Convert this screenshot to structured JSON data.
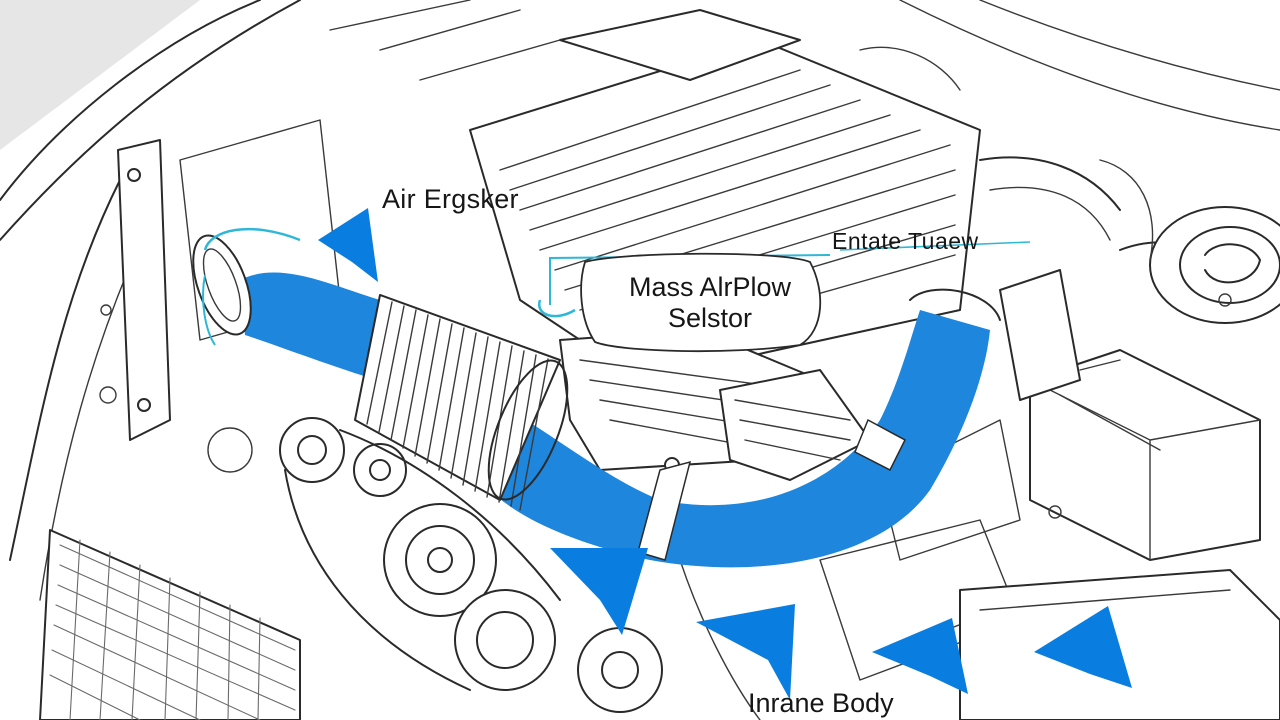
{
  "labels": {
    "air_filter": "Air Ergsker",
    "throttle_tube": "Entate Tuaew",
    "maf_line1": "Mass AlrPlow",
    "maf_line2": "Selstor",
    "intake_body": "Inrane Body"
  },
  "colors": {
    "intake_blue": "#1e86dc",
    "arrow_blue": "#0a7ee0",
    "callout_cyan": "#2fb7d8",
    "line_art": "#2a2a2a",
    "background": "#ffffff"
  }
}
